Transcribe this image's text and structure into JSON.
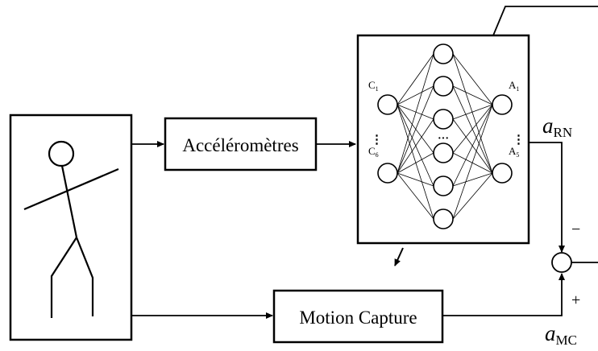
{
  "blocks": {
    "accelerometres": "Accéléromètres",
    "motion_capture": "Motion Capture"
  },
  "network": {
    "input_first": {
      "letter": "C",
      "index": "1"
    },
    "input_last": {
      "letter": "C",
      "index": "6"
    },
    "output_first": {
      "letter": "A",
      "index": "1"
    },
    "output_last": {
      "letter": "A",
      "index": "5"
    },
    "hidden_ellipsis": "···",
    "vertical_ellipsis": "⋮"
  },
  "signals": {
    "a_rn": {
      "symbol": "a",
      "subscript": "RN"
    },
    "a_mc": {
      "symbol": "a",
      "subscript": "MC"
    },
    "minus": "−",
    "plus": "+"
  },
  "colors": {
    "line": "#000000",
    "background": "#ffffff"
  }
}
